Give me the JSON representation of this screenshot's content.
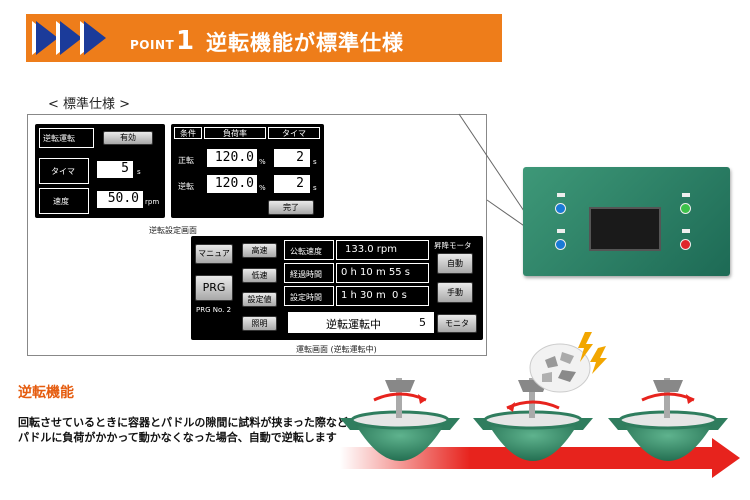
{
  "header": {
    "point_word": "POINT",
    "point_number": "1",
    "title": "逆転機能が標準仕様",
    "accent_color": "#ee7d1a",
    "chevron_color": "#1b3b9a"
  },
  "standard_label": "< 標準仕様 >",
  "settings_screen": {
    "left": {
      "reverse_label": "逆転運転",
      "reverse_button": "有効",
      "timer_label": "タイマ",
      "timer_value": "5",
      "timer_unit": "s",
      "speed_label": "速度",
      "speed_value": "50.0",
      "speed_unit": "rpm"
    },
    "right": {
      "col_condition": "条件",
      "col_load": "負荷率",
      "col_timer": "タイマ",
      "forward_label": "正転",
      "forward_load": "120.0",
      "forward_timer": "2",
      "reverse_label": "逆転",
      "reverse_load": "120.0",
      "reverse_timer": "2",
      "percent_unit": "%",
      "sec_unit": "s",
      "done_button": "完了"
    },
    "caption": "逆転設定画面"
  },
  "run_screen": {
    "manual_button": "マニュアル",
    "prg_button": "PRG",
    "prg_no": "PRG No. 2",
    "high_button": "高速",
    "low_button": "低速",
    "setting_button": "設定値",
    "light_button": "照明",
    "rows": [
      {
        "label": "公転速度",
        "value": "133.0 rpm"
      },
      {
        "label": "経過時間",
        "value": "0 h 10 m 55 s"
      },
      {
        "label": "設定時間",
        "value": "1 h 30 m  0 s"
      }
    ],
    "status_text": "逆転運転中",
    "status_number": "5",
    "lift_motor_label": "昇降モータ",
    "auto_button": "自動",
    "hand_button": "手動",
    "monitor_button": "モニタ",
    "caption": "運転画面 (逆転運転中)"
  },
  "section": {
    "title": "逆転機能",
    "title_color": "#e55c0f",
    "description": "回転させているときに容器とパドルの隙間に試料が挟まった際などパドルに負荷がかかって動かなくなった場合、自動で逆転します"
  },
  "illustration": {
    "arrow_color": "#e7231d",
    "vessel_color": "#3a8f6c"
  }
}
